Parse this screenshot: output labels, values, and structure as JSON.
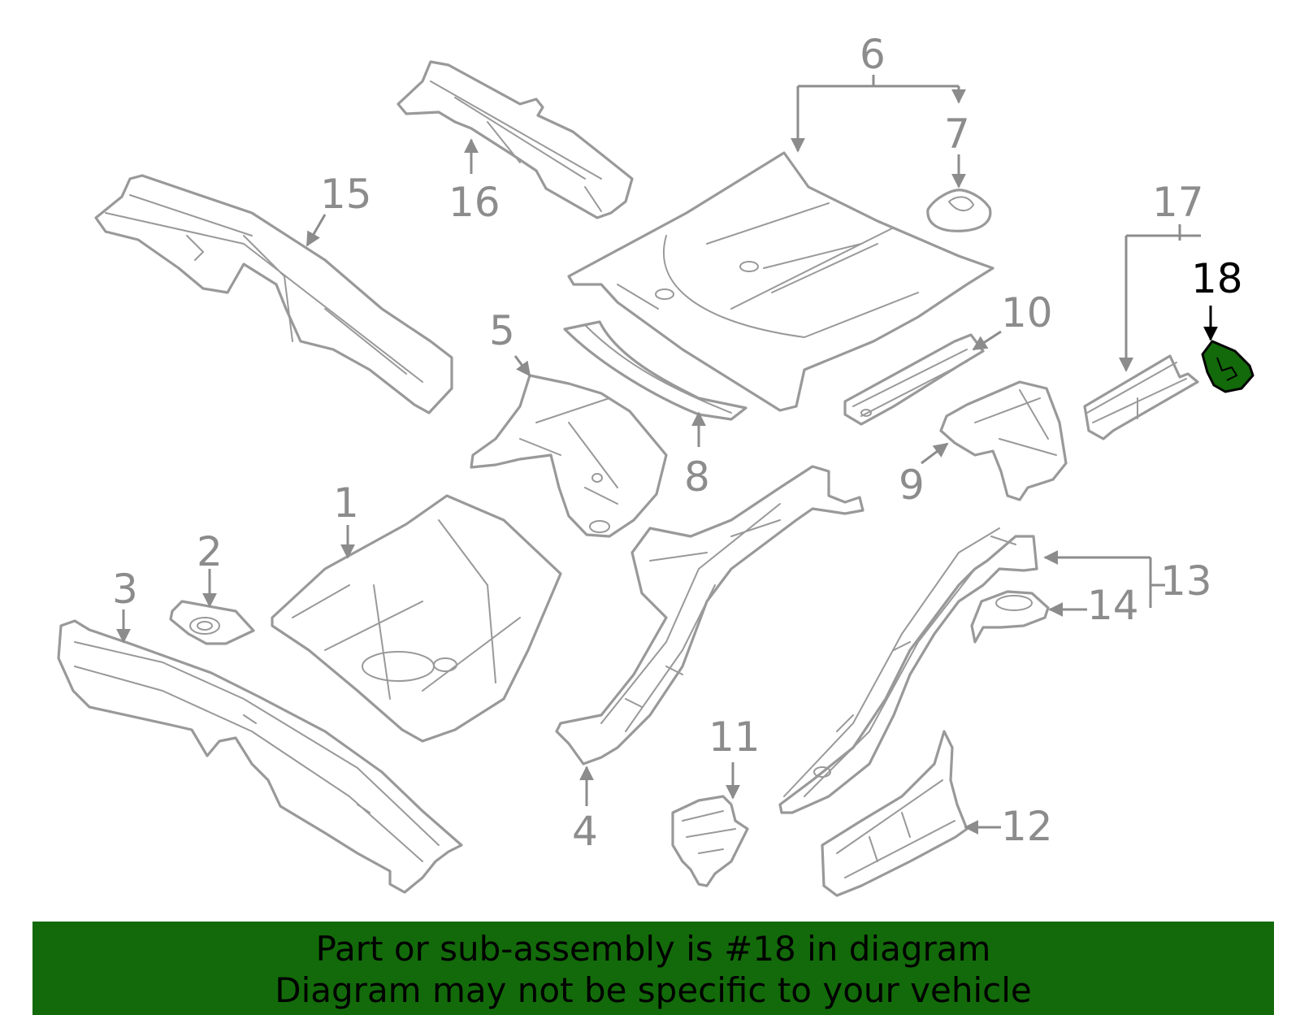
{
  "diagram": {
    "callouts": [
      "1",
      "2",
      "3",
      "4",
      "5",
      "6",
      "7",
      "8",
      "9",
      "10",
      "11",
      "12",
      "13",
      "14",
      "15",
      "16",
      "17",
      "18"
    ],
    "highlighted_callout": "18"
  },
  "caption": {
    "line1": "Part or sub-assembly is #18 in diagram",
    "line2": "Diagram may not be specific to your vehicle"
  },
  "colors": {
    "line_art": "#999999",
    "highlight": "#136a0a",
    "caption_bg": "#136a0a",
    "caption_text": "#000000"
  }
}
